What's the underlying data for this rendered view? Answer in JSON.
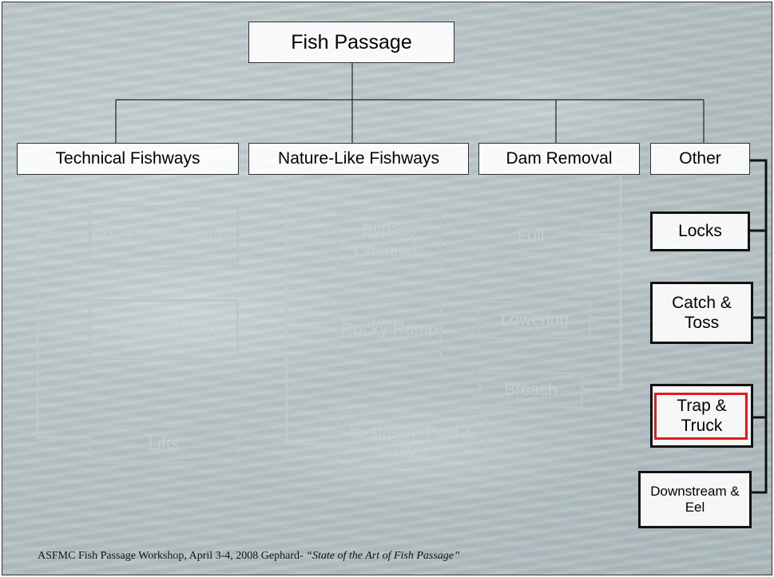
{
  "diagram": {
    "root": "Fish Passage",
    "categories": {
      "technical": "Technical Fishways",
      "nature": "Nature-Like Fishways",
      "dam": "Dam Removal",
      "other": "Other"
    },
    "technical_items": [
      "Roughened Chutes",
      "Pool-and-Weirs",
      "Lifts"
    ],
    "nature_items": [
      "Bypass Channels",
      "Rocky Ramp",
      "In-stream Pool & Weir"
    ],
    "dam_items": [
      "Full",
      "Lowering",
      "Breach"
    ],
    "other_items": [
      "Locks",
      "Catch & Toss",
      "Trap & Truck",
      "Downstream & Eel"
    ],
    "highlighted_item": "Trap & Truck",
    "colors": {
      "highlight": "#e21c1c",
      "faded": "#c8cccf"
    }
  },
  "footer": {
    "text": "ASFMC Fish Passage Workshop, April 3-4, 2008    Gephard- ",
    "italic": "“State of the Art of Fish Passage”"
  }
}
